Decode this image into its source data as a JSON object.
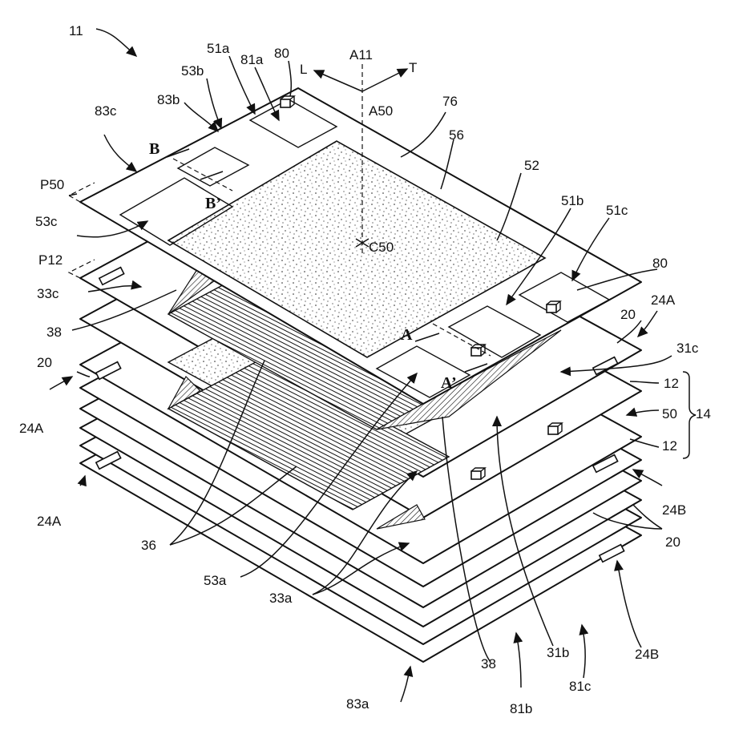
{
  "figure": {
    "labels": {
      "fig_ref": "11",
      "axis_center": "A11",
      "axis_center_2": "A50",
      "axis_L": "L",
      "axis_T": "T",
      "center_point": "C50",
      "l_51a": "51a",
      "l_81a": "81a",
      "l_80_top": "80",
      "l_53b": "53b",
      "l_83b": "83b",
      "l_83c": "83c",
      "l_76": "76",
      "l_56": "56",
      "l_52": "52",
      "l_51b": "51b",
      "l_51c": "51c",
      "l_80_right": "80",
      "l_24A_right": "24A",
      "l_20_right": "20",
      "l_31c": "31c",
      "l_12_top": "12",
      "l_50": "50",
      "l_14": "14",
      "l_12_bottom": "12",
      "l_24B_right": "24B",
      "l_20_lower_right": "20",
      "l_24B_bottom": "24B",
      "l_81c": "81c",
      "l_81b": "81b",
      "l_38_bottom": "38",
      "l_31b": "31b",
      "l_83a": "83a",
      "l_33a": "33a",
      "l_53a": "53a",
      "l_36": "36",
      "l_24A_left_bottom": "24A",
      "l_24A_left": "24A",
      "l_20_left": "20",
      "l_38_left": "38",
      "l_33c": "33c",
      "l_P12": "P12",
      "l_53c": "53c",
      "l_P50": "P50",
      "section_B": "B",
      "section_B_prime": "B’",
      "section_A": "A",
      "section_A_prime": "A’"
    }
  }
}
